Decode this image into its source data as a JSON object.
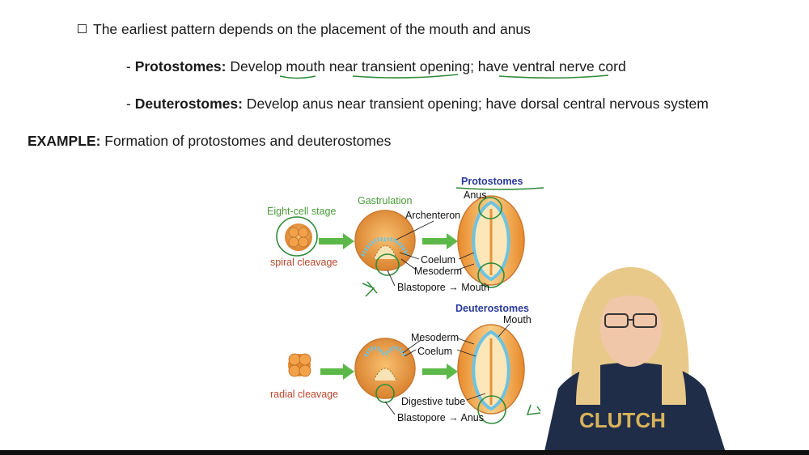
{
  "notes": {
    "bullet_main": "The earliest pattern depends on the placement of the mouth and anus",
    "protostomes": {
      "term": "Protostomes:",
      "desc": " Develop mouth near transient opening; have ventral nerve cord"
    },
    "deuterostomes": {
      "term": "Deuterostomes:",
      "desc": " Develop anus near transient opening; have dorsal central nervous system"
    },
    "example": {
      "label": "EXAMPLE:",
      "text": " Formation of protostomes and deuterostomes"
    }
  },
  "diagram": {
    "eight_cell_stage": "Eight-cell stage",
    "gastrulation": "Gastrulation",
    "spiral_cleavage": "spiral cleavage",
    "radial_cleavage": "radial cleavage",
    "protostomes_title": "Protostomes",
    "deuterostomes_title": "Deuterostomes",
    "anus_top": "Anus",
    "archenteron": "Archenteron",
    "coelum_1": "Coelum",
    "mesoderm_1": "Mesoderm",
    "blastopore_mouth": "Blastopore → Mouth",
    "mouth_top": "Mouth",
    "mesoderm_2": "Mesoderm",
    "coelum_2": "Coelum",
    "digestive_tube": "Digestive tube",
    "blastopore_anus": "Blastopore → Anus"
  },
  "colors": {
    "embryo_fill": "#f0a040",
    "embryo_rim": "#c97830",
    "mesoderm": "#6fc3e0",
    "arrow": "#5db84a",
    "ink": "#2e8b3a",
    "shirt": "#1f2d48",
    "hair": "#e8c98a"
  }
}
